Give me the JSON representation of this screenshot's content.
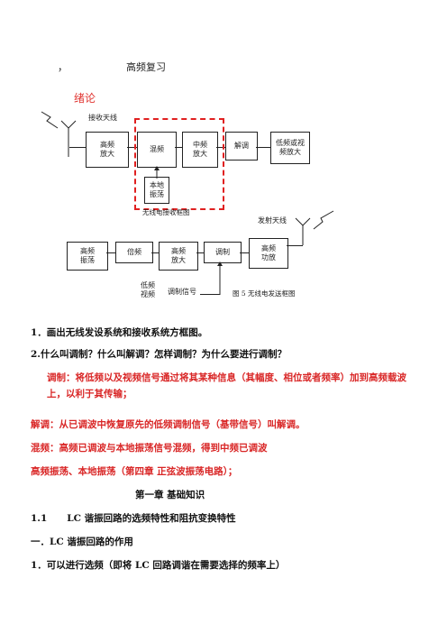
{
  "header": {
    "comma": "，",
    "title": "高频复习"
  },
  "section_title": "绪论",
  "receiver": {
    "antenna_label": "接收天线",
    "boxes": {
      "rf_amp": "高频\n放大",
      "mixer": "混频",
      "if_amp": "中频\n放大",
      "demod": "解调",
      "lf_amp": "低频或视\n频放大",
      "lo": "本地\n振荡"
    },
    "caption": "无线电接收框图"
  },
  "transmitter": {
    "antenna_label": "发射天线",
    "boxes": {
      "rf_osc": "高频\n振荡",
      "multiplier": "倍频",
      "rf_amp": "高频\n放大",
      "mod": "调制",
      "power_amp": "高频\n功放"
    },
    "input_label": "低频\n视频",
    "mod_signal_label": "调制信号",
    "caption": "图 5  无线电发送框图"
  },
  "text": {
    "q1": "1．画出无线发设系统和接收系统方框图。",
    "q2": "2.什么叫调制？什么叫解调？怎样调制？为什么要进行调制？",
    "a_mod": "调制：将低频以及视频信号通过将其某种信息（其幅度、相位或者频率）加到高频载波上，以利于其传输；",
    "a_demod": "解调：从已调波中恢复原先的低频调制信号（基带信号）叫解调。",
    "a_mix": "混频：高频已调波与本地振荡信号混频，得到中频已调波",
    "a_osc": "高频振荡、本地振荡（第四章  正弦波振荡电路）；",
    "chapter": "第一章    基础知识",
    "s11": "1.1      LC 谐振回路的选频特性和阻抗变换特性",
    "s_one": "一．LC 谐振回路的作用",
    "s_one_1": "1．可以进行选频（即将 LC 回路调谐在需要选择的频率上）"
  }
}
